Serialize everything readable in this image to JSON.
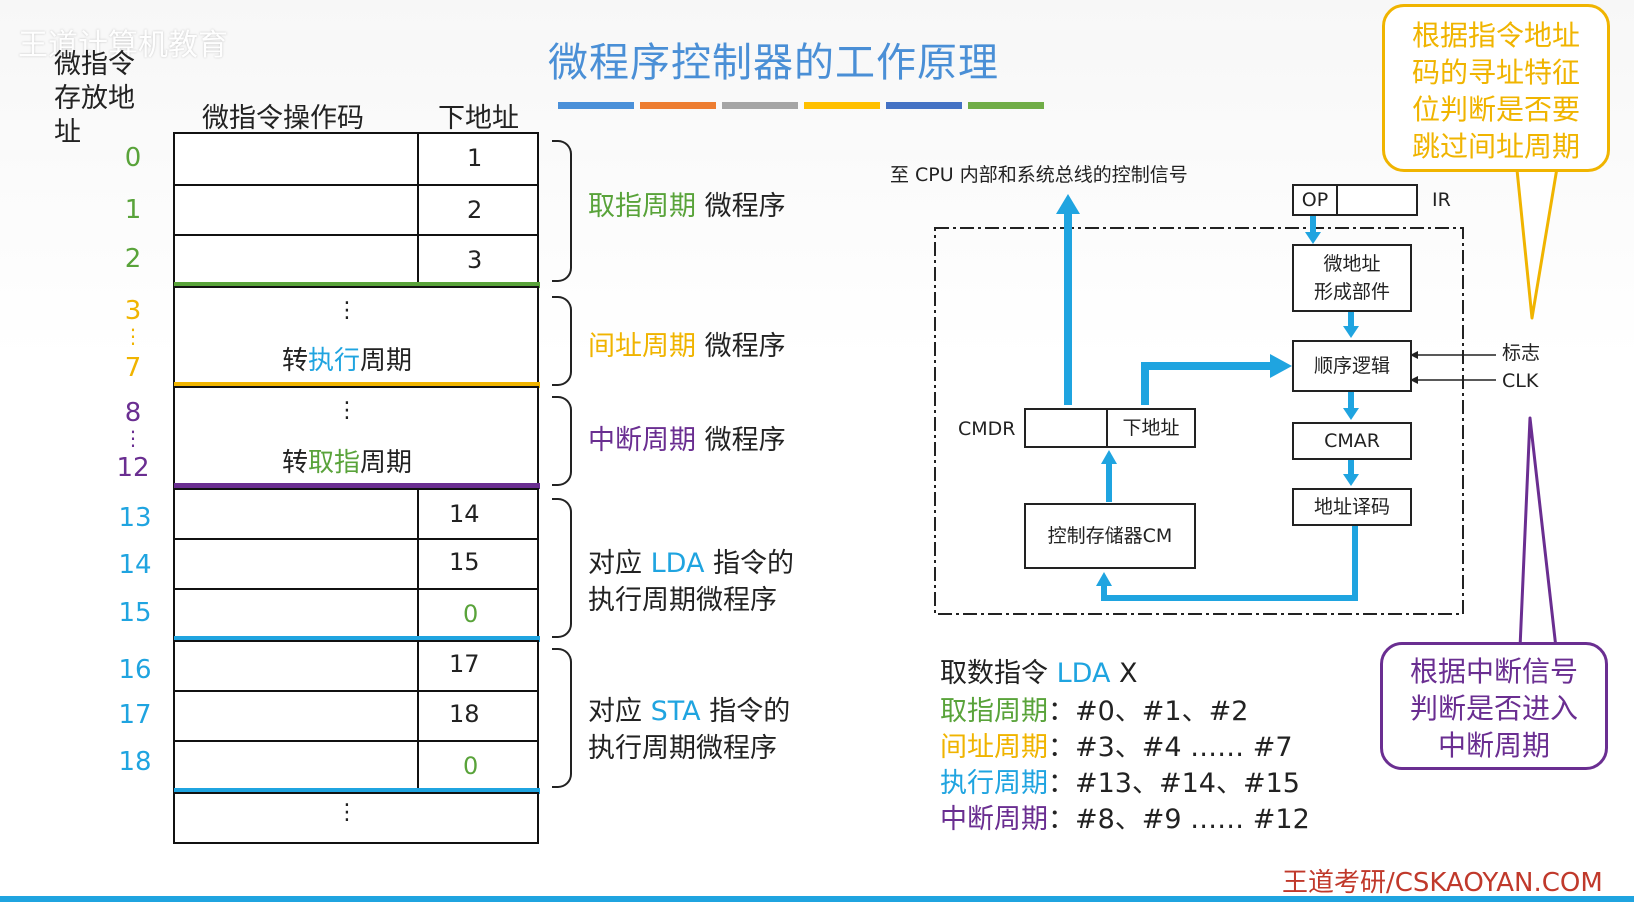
{
  "watermark": "王道计算机教育",
  "title": "微程序控制器的工作原理",
  "colors": {
    "green": "#59a33a",
    "orange": "#f0b400",
    "purple": "#6a2e91",
    "blue": "#1fa4e0",
    "title_bars": [
      "#4a90d9",
      "#ed7d31",
      "#a5a5a5",
      "#ffc000",
      "#4472c4",
      "#70ad47"
    ]
  },
  "table": {
    "addr_header": [
      "微指令",
      "存放地",
      "址"
    ],
    "op_header": "微指令操作码",
    "next_header": "下地址",
    "addresses": [
      "0",
      "1",
      "2",
      "3",
      "⋮",
      "7",
      "8",
      "⋮",
      "12",
      "13",
      "14",
      "15",
      "16",
      "17",
      "18"
    ],
    "next_addrs": [
      "1",
      "2",
      "3",
      "14",
      "15",
      "0",
      "17",
      "18",
      "0"
    ],
    "dots": "⋮",
    "goto_exec": [
      "转",
      "执行",
      "周期"
    ],
    "goto_fetch": [
      "转",
      "取指",
      "周期"
    ]
  },
  "braces": {
    "fetch": [
      "取指周期",
      "微程序"
    ],
    "indirect": [
      "间址周期",
      "微程序"
    ],
    "interrupt": [
      "中断周期",
      "微程序"
    ],
    "lda_line1": [
      "对应 ",
      "LDA",
      " 指令的"
    ],
    "lda_line2": "执行周期微程序",
    "sta_line1": [
      "对应 ",
      "STA",
      " 指令的"
    ],
    "sta_line2": "执行周期微程序"
  },
  "diagram": {
    "to_cpu": "至 CPU 内部和系统总线的控制信号",
    "op": "OP",
    "ir": "IR",
    "micro_addr_unit": [
      "微地址",
      "形成部件"
    ],
    "seq_logic": "顺序逻辑",
    "flags": "标志",
    "clk": "CLK",
    "cmdr": "CMDR",
    "next_addr": "下地址",
    "cmar": "CMAR",
    "addr_decode": "地址译码",
    "cm": "控制存储器CM"
  },
  "callouts": {
    "top": [
      "根据指令地址",
      "码的寻址特征",
      "位判断是否要",
      "跳过间址周期"
    ],
    "bottom": [
      "根据中断信号",
      "判断是否进入",
      "中断周期"
    ]
  },
  "example": {
    "line0": [
      "取数指令 ",
      "LDA",
      " X"
    ],
    "fetch": [
      "取指周期",
      "：#0、#1、#2"
    ],
    "indirect": [
      "间址周期",
      "：#3、#4 …… #7"
    ],
    "exec": [
      "执行周期",
      "：#13、#14、#15"
    ],
    "interrupt": [
      "中断周期",
      "：#8、#9 …… #12"
    ]
  },
  "footer": "王道考研/CSKAOYAN.COM"
}
